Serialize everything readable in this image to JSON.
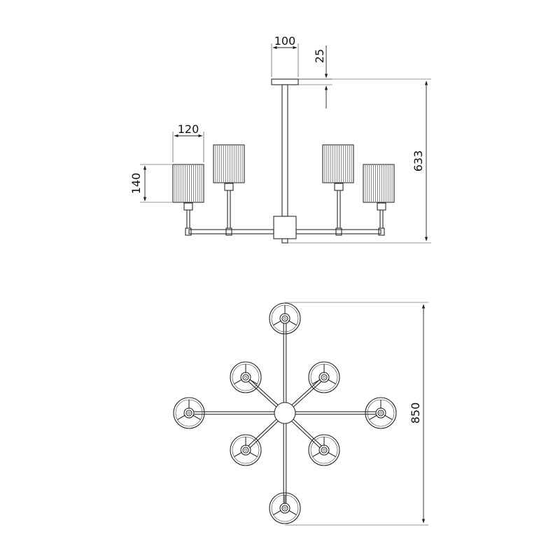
{
  "dimensions": {
    "canopy_width": "100",
    "canopy_height": "25",
    "total_height": "633",
    "shade_width": "120",
    "shade_height": "140",
    "total_diameter": "850"
  }
}
